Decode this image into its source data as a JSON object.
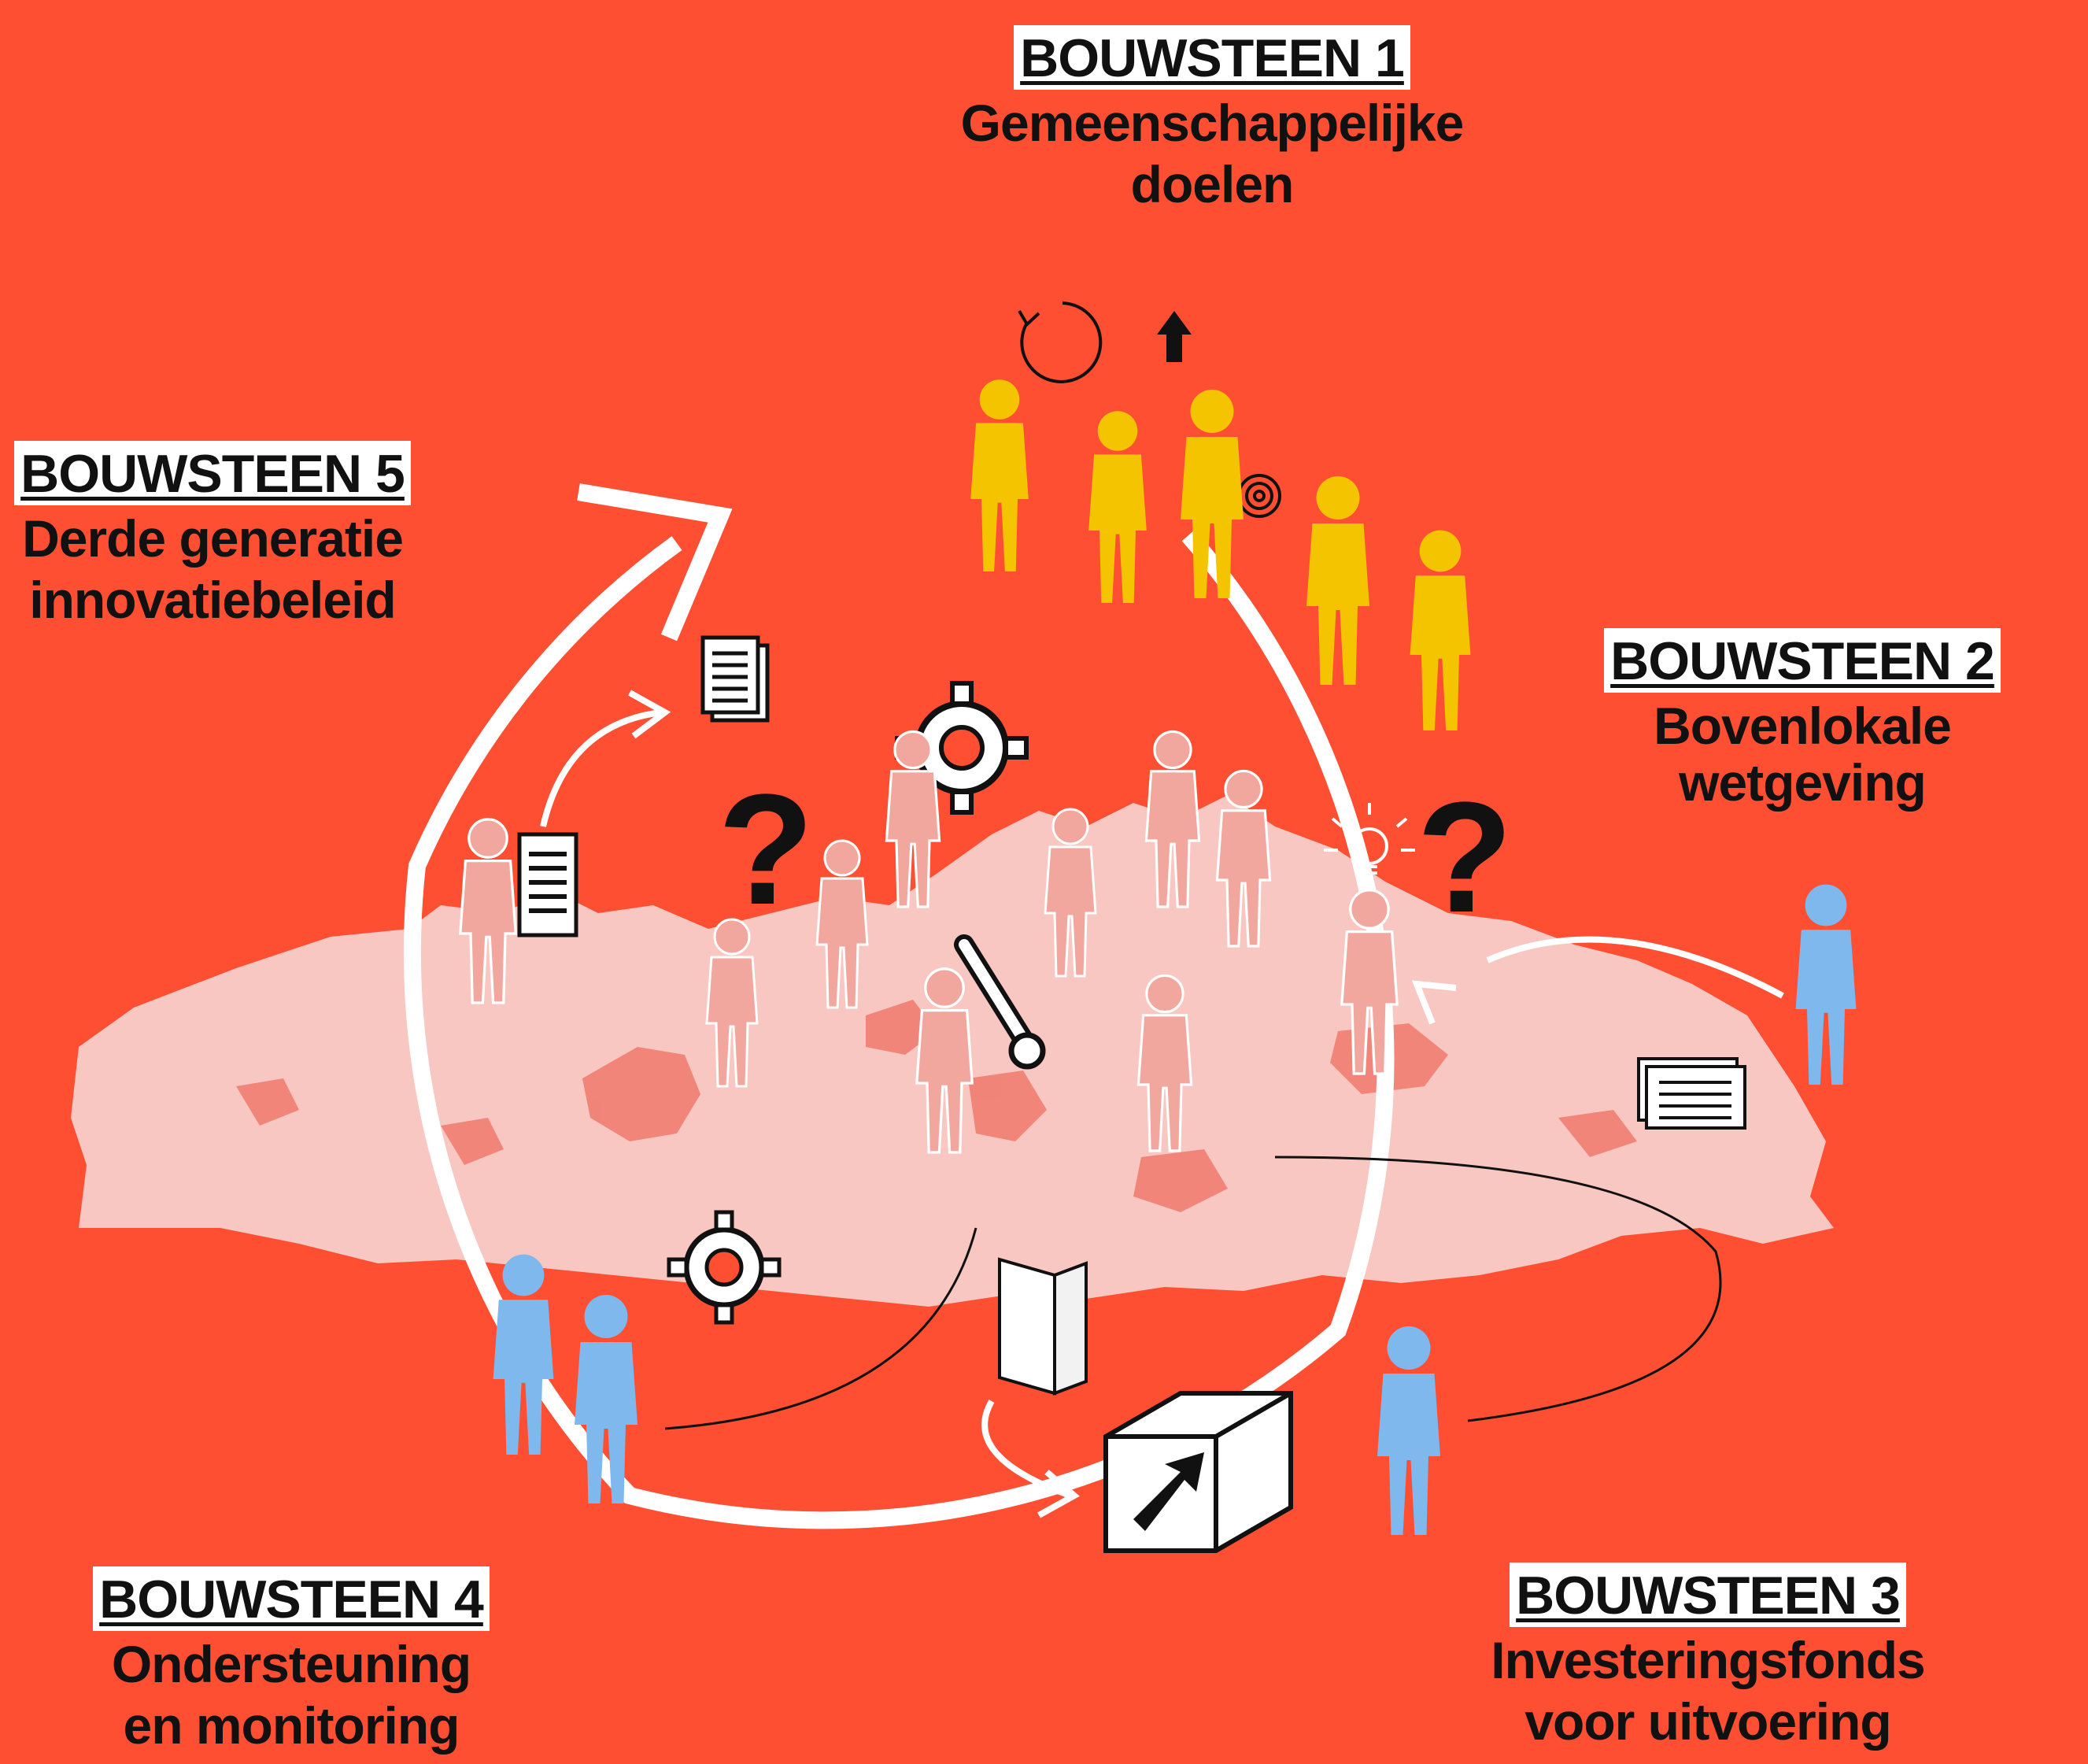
{
  "colors": {
    "background": "#FF4F33",
    "map_fill": "#F9C7C1",
    "map_dense": "#F07D72",
    "cycle_ring": "#FFFFFF",
    "goal_people": "#F5C400",
    "support_people": "#7FB8EC",
    "local_people": "#F2A79E"
  },
  "building_blocks": [
    {
      "tag": "BOUWSTEEN 1",
      "lines": [
        "Gemeenschappelijke",
        "doelen"
      ]
    },
    {
      "tag": "BOUWSTEEN 2",
      "lines": [
        "Bovenlokale wetgeving"
      ]
    },
    {
      "tag": "BOUWSTEEN 3",
      "lines": [
        "Investeringsfonds",
        "voor uitvoering"
      ]
    },
    {
      "tag": "BOUWSTEEN 4",
      "lines": [
        "Ondersteuning",
        "en monitoring"
      ]
    },
    {
      "tag": "BOUWSTEEN 5",
      "lines": [
        "Derde generatie",
        "innovatiebeleid"
      ]
    }
  ],
  "question_marks": [
    "?",
    "?"
  ],
  "icons": [
    "refresh-icon",
    "arrow-up-icon",
    "target-icon",
    "gear-icon",
    "wrench-icon",
    "lightbulb-icon",
    "document-stack-icon",
    "clipboard-icon",
    "box-arrow-icon",
    "folder-icon",
    "letter-icon",
    "person-icon"
  ]
}
